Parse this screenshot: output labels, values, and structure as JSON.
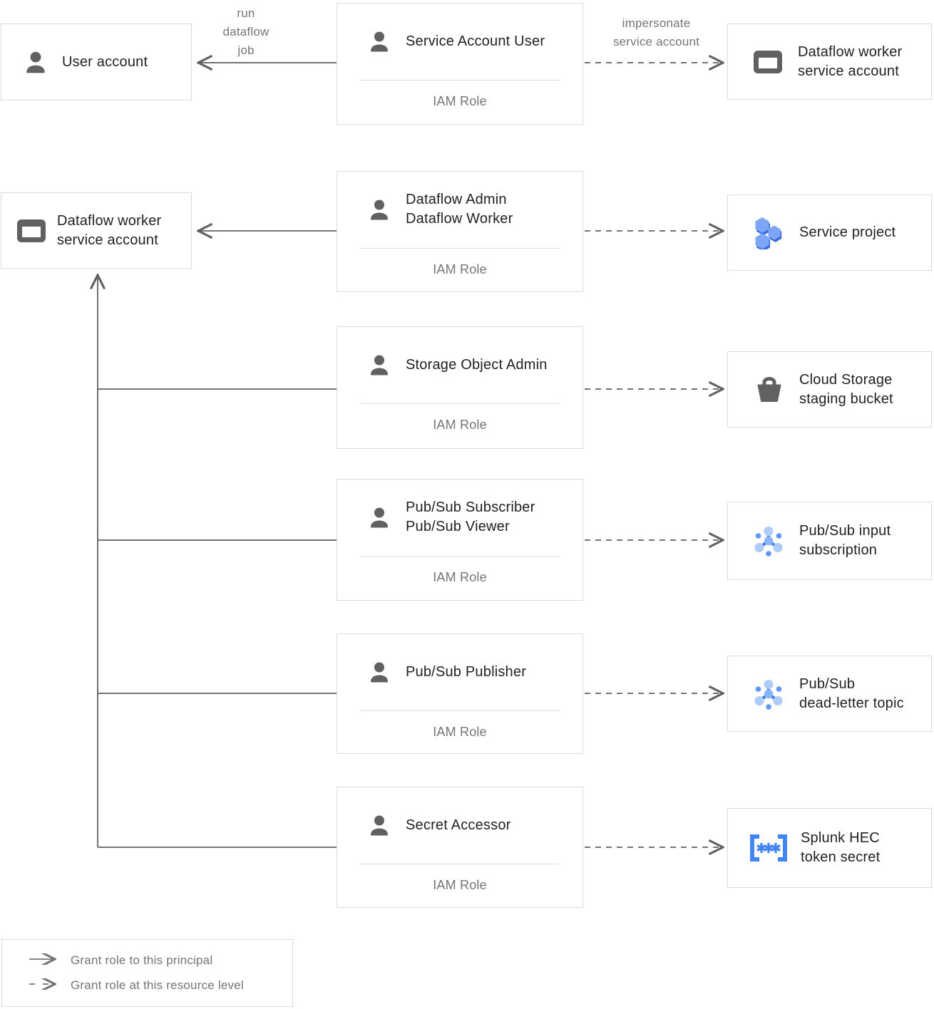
{
  "nodes": {
    "user_account": {
      "title": "User account",
      "icon": "person"
    },
    "dataflow_worker_sa_left": {
      "line1": "Dataflow worker",
      "line2": "service account",
      "icon": "service-account-card"
    },
    "roles": [
      {
        "line1": "Service Account User",
        "sub": "IAM Role",
        "icon": "person"
      },
      {
        "line1": "Dataflow Admin",
        "line2": "Dataflow Worker",
        "sub": "IAM Role",
        "icon": "person"
      },
      {
        "line1": "Storage Object Admin",
        "sub": "IAM Role",
        "icon": "person"
      },
      {
        "line1": "Pub/Sub Subscriber",
        "line2": "Pub/Sub Viewer",
        "sub": "IAM Role",
        "icon": "person"
      },
      {
        "line1": "Pub/Sub Publisher",
        "sub": "IAM Role",
        "icon": "person"
      },
      {
        "line1": "Secret Accessor",
        "sub": "IAM Role",
        "icon": "person"
      }
    ],
    "resources": [
      {
        "line1": "Dataflow worker",
        "line2": "service account",
        "icon": "service-account-card"
      },
      {
        "line1": "Service project",
        "icon": "project-hexagons"
      },
      {
        "line1": "Cloud Storage",
        "line2": "staging bucket",
        "icon": "storage-bucket"
      },
      {
        "line1": "Pub/Sub input",
        "line2": "subscription",
        "icon": "pubsub"
      },
      {
        "line1": "Pub/Sub",
        "line2": "dead-letter topic",
        "icon": "pubsub"
      },
      {
        "line1": "Splunk HEC",
        "line2": "token secret",
        "icon": "secret-brackets"
      }
    ]
  },
  "edge_labels": {
    "run_job": {
      "line1": "run",
      "line2": "dataflow",
      "line3": "job"
    },
    "impersonate": {
      "line1": "impersonate",
      "line2": "service account"
    }
  },
  "legend": {
    "solid_label": "Grant role to this principal",
    "dashed_label": "Grant role at this resource level"
  },
  "colors": {
    "line": "#616161",
    "border": "#D9DBDD",
    "title_text": "#212121",
    "muted_text": "#757575",
    "icon_gray": "#616161",
    "blue": "#4285F4",
    "blue_mid": "#5E97F6",
    "blue_light": "#AECBFA",
    "hex_light": "#7EA6F6",
    "hex_dark": "#3C6ED9"
  }
}
